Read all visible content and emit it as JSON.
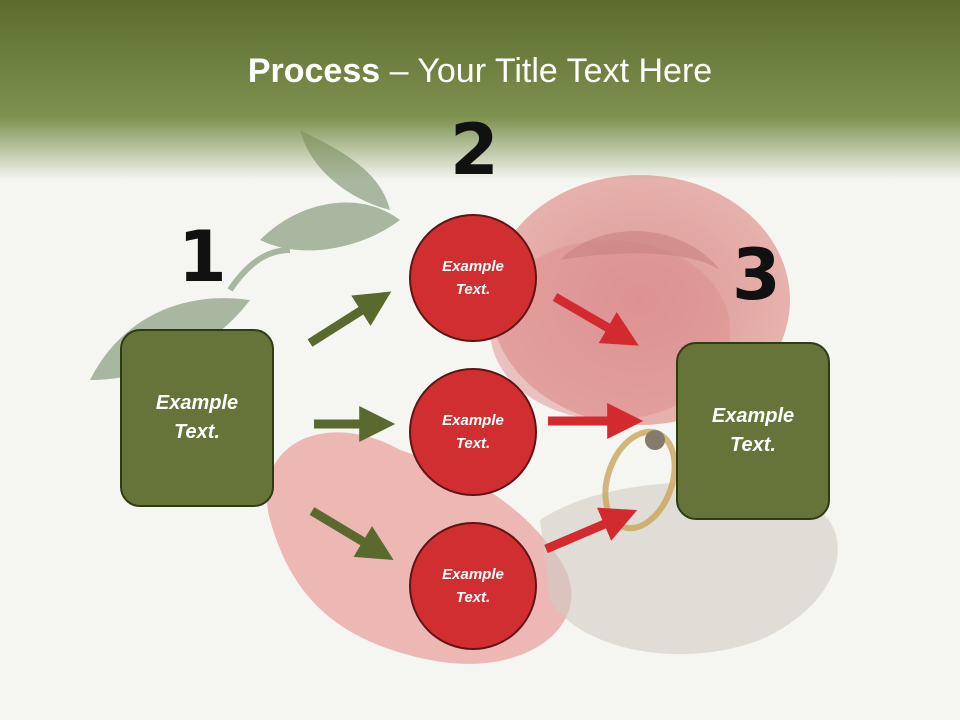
{
  "title": {
    "bold": "Process",
    "rest": " – Your Title Text Here"
  },
  "steps": {
    "one": {
      "number": "1",
      "text": "Example Text."
    },
    "two": {
      "number": "2"
    },
    "three": {
      "number": "3",
      "text": "Example Text."
    }
  },
  "circles": [
    {
      "text": "Example Text."
    },
    {
      "text": "Example Text."
    },
    {
      "text": "Example Text."
    }
  ],
  "colors": {
    "header_green": "#5c6d2e",
    "box_green": "#667339",
    "circle_red": "#d12e31",
    "arrow_green": "#5a6a2e",
    "arrow_red": "#d22a2e"
  }
}
